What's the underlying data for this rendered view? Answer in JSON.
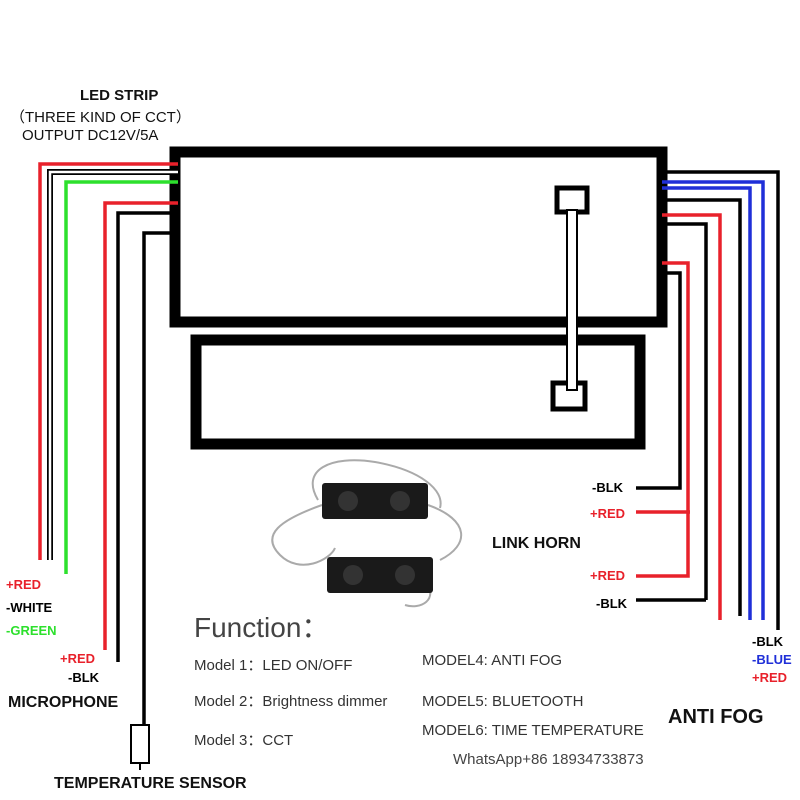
{
  "led_strip": {
    "title": "LED STRIP",
    "subtitle": "（THREE KIND OF CCT）",
    "output": "OUTPUT DC12V/5A"
  },
  "left_wires": [
    "+RED",
    "-WHITE",
    "-GREEN"
  ],
  "microphone": {
    "red": "+RED",
    "blk": "-BLK",
    "label": "MICROPHONE"
  },
  "temperature_sensor": "TEMPERATURE SENSOR",
  "link_horn": "LINK HORN",
  "right_wires_upper": [
    "-BLK",
    "+RED"
  ],
  "right_wires_lower": [
    "+RED",
    "-BLK"
  ],
  "anti_fog": {
    "wires": [
      "-BLK",
      "-BLUE",
      "+RED"
    ],
    "label": "ANTI FOG"
  },
  "function": {
    "title": "Function：",
    "models_left": [
      "Model 1：LED ON/OFF",
      "Model 2：Brightness dimmer",
      "Model 3：CCT"
    ],
    "models_right": [
      "MODEL4: ANTI FOG",
      "MODEL5: BLUETOOTH",
      "MODEL6: TIME TEMPERATURE"
    ]
  },
  "contact": "WhatsApp+86 18934733873",
  "colors": {
    "red": "#e8212b",
    "green": "#2de02d",
    "blue": "#1f2fd8",
    "black": "#000000",
    "white_wire": "#ffffff"
  }
}
